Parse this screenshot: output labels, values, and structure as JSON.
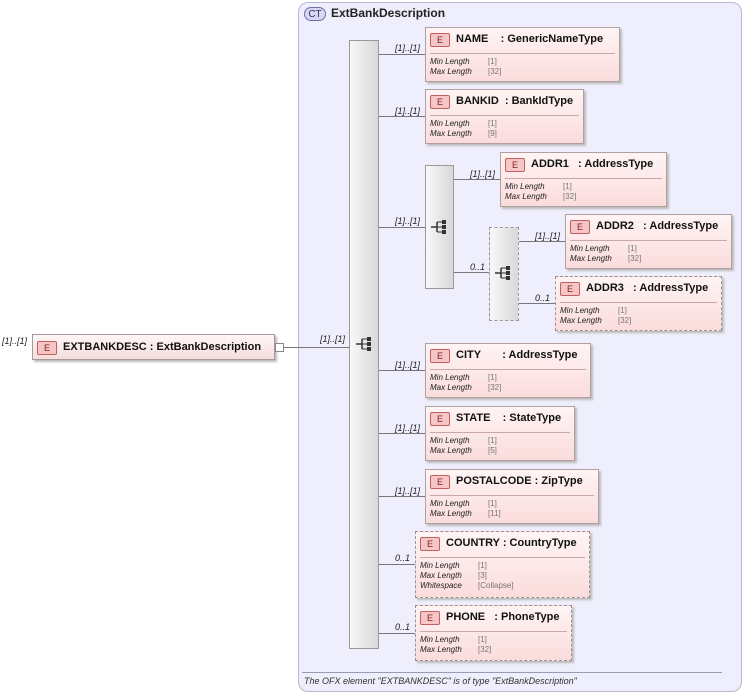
{
  "root": {
    "cardinality": "[1]..[1]",
    "badge": "E",
    "label": "EXTBANKDESC : ExtBankDescription"
  },
  "complex_type": {
    "badge": "CT",
    "title": "ExtBankDescription",
    "footer": "The OFX element \"EXTBANKDESC\" is of type \"ExtBankDescription\""
  },
  "connector_cardinality": "[1]..[1]",
  "elements": [
    {
      "card": "[1]..[1]",
      "badge": "E",
      "label": "NAME    : GenericNameType",
      "facets": [
        {
          "k": "Min Length",
          "v": "[1]"
        },
        {
          "k": "Max Length",
          "v": "[32]"
        }
      ]
    },
    {
      "card": "[1]..[1]",
      "badge": "E",
      "label": "BANKID  : BankIdType",
      "facets": [
        {
          "k": "Min Length",
          "v": "[1]"
        },
        {
          "k": "Max Length",
          "v": "[9]"
        }
      ]
    },
    {
      "card": "[1]..[1]",
      "badge": "E",
      "label": "ADDR1   : AddressType",
      "facets": [
        {
          "k": "Min Length",
          "v": "[1]"
        },
        {
          "k": "Max Length",
          "v": "[32]"
        }
      ]
    },
    {
      "card": "[1]..[1]",
      "badge": "E",
      "label": "ADDR2   : AddressType",
      "facets": [
        {
          "k": "Min Length",
          "v": "[1]"
        },
        {
          "k": "Max Length",
          "v": "[32]"
        }
      ]
    },
    {
      "card": "0..1",
      "badge": "E",
      "label": "ADDR3   : AddressType",
      "facets": [
        {
          "k": "Min Length",
          "v": "[1]"
        },
        {
          "k": "Max Length",
          "v": "[32]"
        }
      ]
    },
    {
      "card": "[1]..[1]",
      "badge": "E",
      "label": "CITY       : AddressType",
      "facets": [
        {
          "k": "Min Length",
          "v": "[1]"
        },
        {
          "k": "Max Length",
          "v": "[32]"
        }
      ]
    },
    {
      "card": "[1]..[1]",
      "badge": "E",
      "label": "STATE    : StateType",
      "facets": [
        {
          "k": "Min Length",
          "v": "[1]"
        },
        {
          "k": "Max Length",
          "v": "[5]"
        }
      ]
    },
    {
      "card": "[1]..[1]",
      "badge": "E",
      "label": "POSTALCODE : ZipType",
      "facets": [
        {
          "k": "Min Length",
          "v": "[1]"
        },
        {
          "k": "Max Length",
          "v": "[11]"
        }
      ]
    },
    {
      "card": "0..1",
      "badge": "E",
      "label": "COUNTRY : CountryType",
      "facets": [
        {
          "k": "Min Length",
          "v": "[1]"
        },
        {
          "k": "Max Length",
          "v": "[3]"
        },
        {
          "k": "Whitespace",
          "v": "[Collapse]"
        }
      ]
    },
    {
      "card": "0..1",
      "badge": "E",
      "label": "PHONE   : PhoneType",
      "facets": [
        {
          "k": "Min Length",
          "v": "[1]"
        },
        {
          "k": "Max Length",
          "v": "[32]"
        }
      ]
    }
  ],
  "addr_group_cardinality": "[1]..[1]",
  "addr_subgroup_cardinality": "0..1",
  "icons": {
    "sequence": "sequence-icon",
    "connector": "connector-square-icon"
  }
}
